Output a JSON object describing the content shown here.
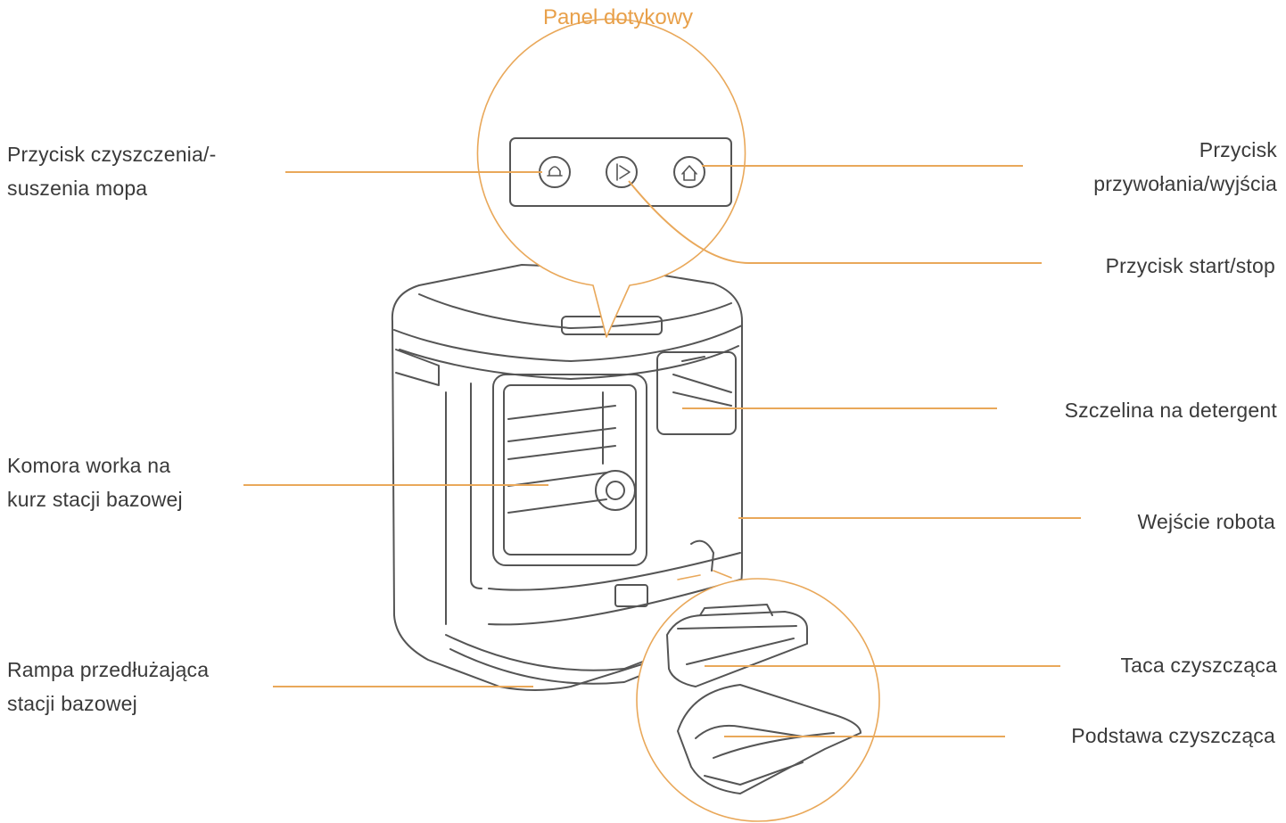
{
  "title": "Panel dotykowy",
  "labels": {
    "mop_button": [
      "Przycisk czyszczenia/-",
      "suszenia mopa"
    ],
    "recall_button": [
      "Przycisk",
      "przywołania/wyjścia"
    ],
    "start_stop": "Przycisk start/stop",
    "detergent_slot": "Szczelina na detergent",
    "dust_bag": [
      "Komora worka na",
      "kurz stacji bazowej"
    ],
    "robot_entry": "Wejście robota",
    "ramp": [
      "Rampa przedłużająca",
      "stacji bazowej"
    ],
    "cleaning_tray": "Taca czyszcząca",
    "cleaning_base": "Podstawa czyszcząca"
  },
  "colors": {
    "accent": "#e8a04a",
    "leader": "#e9a85a",
    "drawing": "#555555",
    "text": "#3a3a3a"
  }
}
